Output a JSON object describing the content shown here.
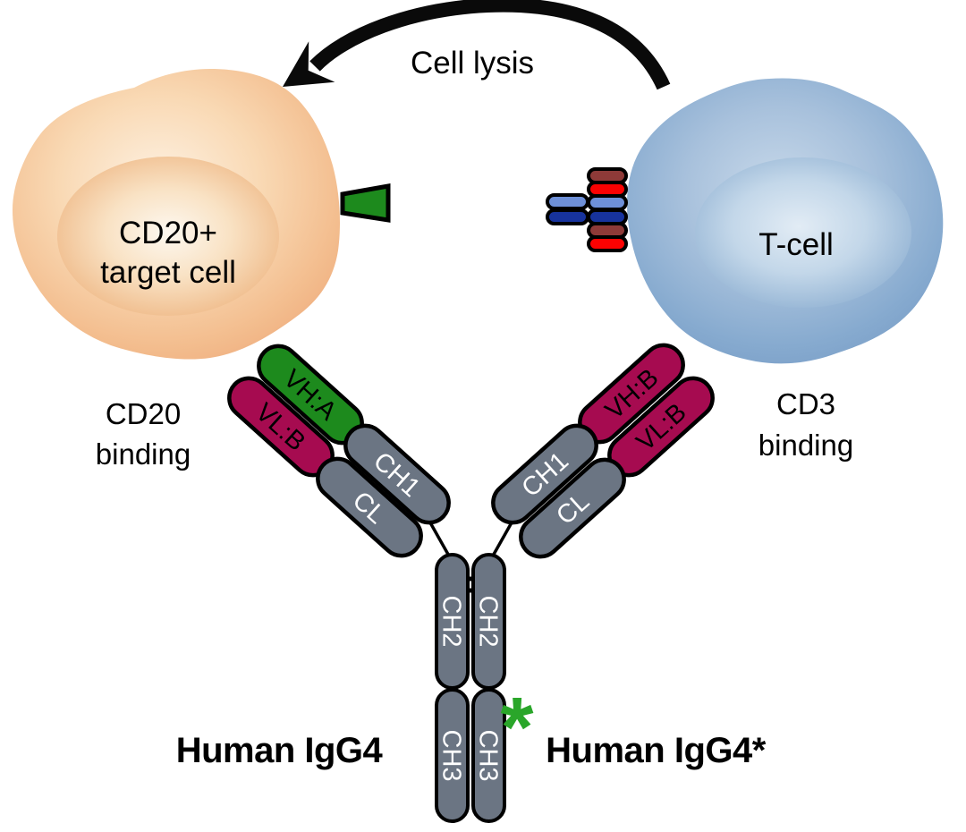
{
  "diagram": {
    "cell_lysis_label": "Cell lysis",
    "target_cell": {
      "line1": "CD20+",
      "line2": "target cell"
    },
    "t_cell_label": "T-cell",
    "cd20_binding": {
      "line1": "CD20",
      "line2": "binding"
    },
    "cd3_binding": {
      "line1": "CD3",
      "line2": "binding"
    },
    "antibody": {
      "left_arm": {
        "vh": "VH:A",
        "vl": "VL:B",
        "ch1": "CH1",
        "cl": "CL"
      },
      "right_arm": {
        "vh": "VH:B",
        "vl": "VL:B",
        "ch1": "CH1",
        "cl": "CL"
      },
      "stem": {
        "ch2": "CH2",
        "ch3": "CH3"
      },
      "left_label": "Human IgG4",
      "right_label": "Human IgG4*",
      "mutation_marker": "*"
    },
    "icons": {
      "cd20_antigen": "green-trapezoid",
      "cd3_receptor": "stacked-bars-complex",
      "cell_lysis_arrow": "curved-black-arrow"
    },
    "colors": {
      "domain_green": "#1d8a1d",
      "domain_crimson": "#a60b50",
      "domain_gray": "#6b7583",
      "asterisk_green": "#2aa62a",
      "receptor_light_blue": "#6e90d8",
      "receptor_navy": "#17339d",
      "receptor_maroon": "#8e3a38",
      "receptor_red": "#fb0202",
      "arrow_black": "#0a0a0a",
      "target_cell_orange": "#f3bd8e",
      "t_cell_blue": "#85a9cf"
    }
  }
}
